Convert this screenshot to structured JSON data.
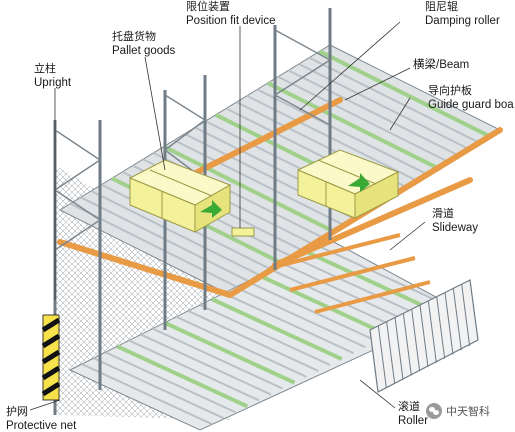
{
  "labels": {
    "upright": {
      "zh": "立柱",
      "en": "Upright"
    },
    "pallet_goods": {
      "zh": "托盘货物",
      "en": "Pallet goods"
    },
    "position_fit_device": {
      "zh": "限位装置",
      "en": "Position fit device"
    },
    "damping_roller": {
      "zh": "阻尼辊",
      "en": "Damping roller"
    },
    "beam": {
      "text": "横梁/Beam"
    },
    "guide_guard_board": {
      "zh": "导向护板",
      "en": "Guide guard boa"
    },
    "slideway": {
      "zh": "滑道",
      "en": "Slideway"
    },
    "roller": {
      "zh": "滚道",
      "en": "Roller"
    },
    "protective_net": {
      "zh": "护网",
      "en": "Protective net"
    }
  },
  "watermark": {
    "text": "中天智科",
    "icon": "wechat-icon"
  },
  "colors": {
    "beam": "#e89a45",
    "frame": "#6f7b85",
    "roller": "#b9c0c6",
    "roller_green": "#9fd18a",
    "goods": "#f3f19a",
    "goods_edge": "#9c9a45",
    "arrow": "#3aaa35",
    "guard": "#f2f2f2",
    "hazard_yellow": "#f7e14d",
    "hazard_black": "#111111"
  }
}
